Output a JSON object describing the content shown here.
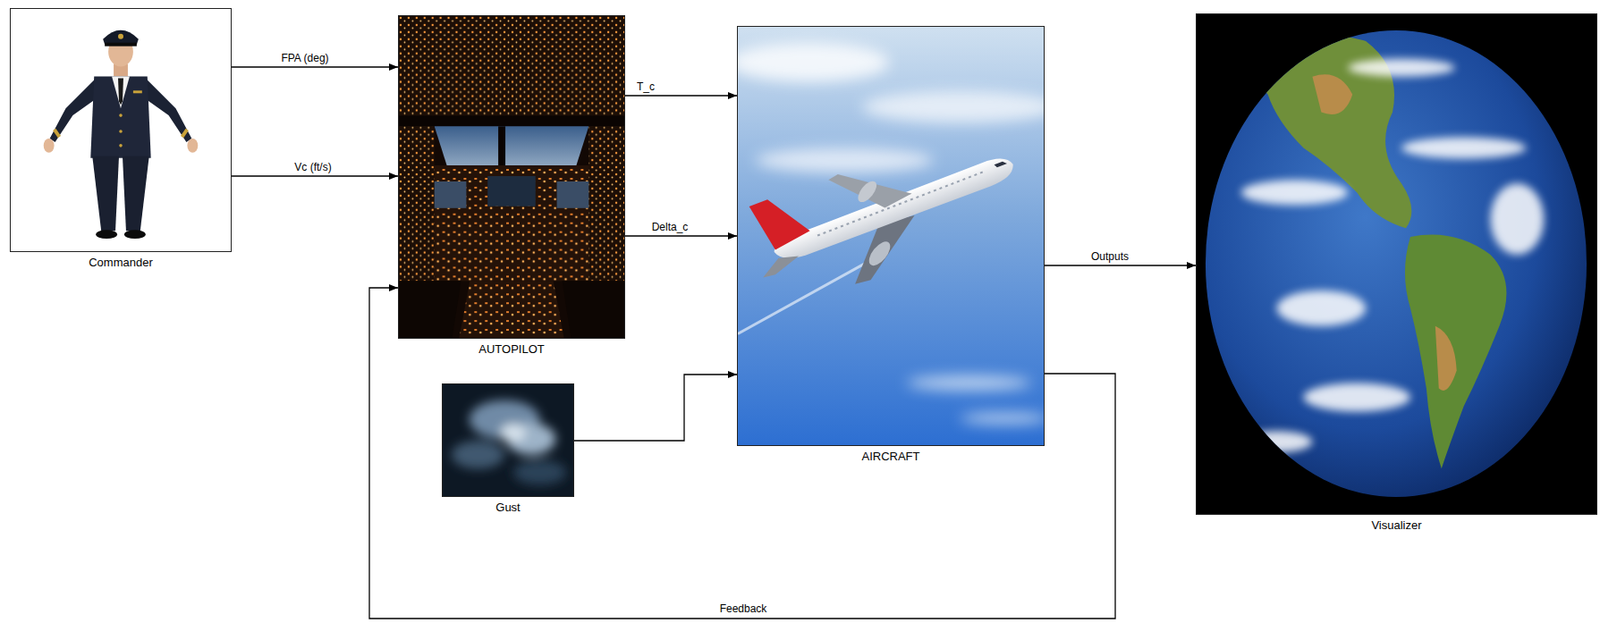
{
  "diagram": {
    "nodes": [
      {
        "text": [
          "Commander"
        ]
      },
      {
        "text": [
          "AUTOPILOT"
        ]
      },
      {
        "text": [
          "Gust"
        ]
      },
      {
        "text": [
          "AIRCRAFT"
        ]
      },
      {
        "text": [
          "Visualizer"
        ]
      }
    ],
    "edges": [
      {
        "from": 0,
        "to": 1,
        "arrow": "to",
        "label": "FPA (deg)"
      },
      {
        "from": 0,
        "to": 1,
        "arrow": "to",
        "label": "Vc (ft/s)"
      },
      {
        "from": 1,
        "to": 3,
        "arrow": "to",
        "label": "T_c"
      },
      {
        "from": 1,
        "to": 3,
        "arrow": "to",
        "label": "Delta_c"
      },
      {
        "from": 2,
        "to": 3,
        "arrow": "to"
      },
      {
        "from": 3,
        "to": 4,
        "arrow": "to",
        "label": "Outputs"
      },
      {
        "from": 3,
        "to": 1,
        "arrow": "to",
        "label": "Feedback"
      }
    ]
  }
}
